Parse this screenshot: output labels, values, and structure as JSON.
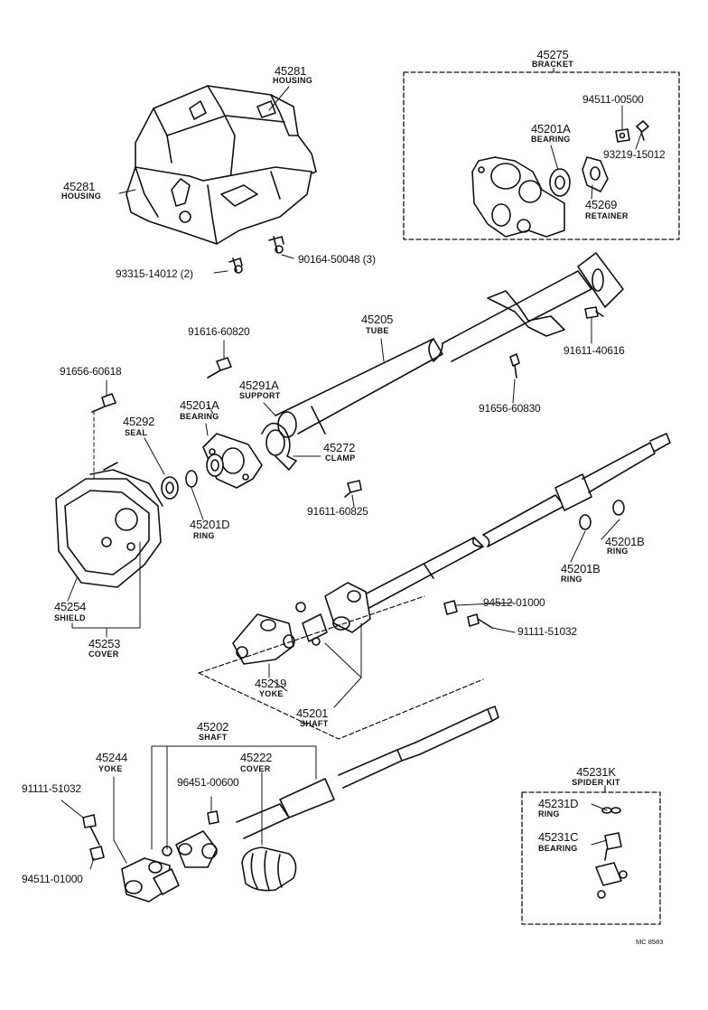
{
  "diagram": {
    "drawing_code": "MC 8583",
    "callouts": [
      {
        "id": "housing_top_pn",
        "text": "45281"
      },
      {
        "id": "housing_top_nm",
        "text": "HOUSING"
      },
      {
        "id": "housing_left_pn",
        "text": "45281"
      },
      {
        "id": "housing_left_nm",
        "text": "HOUSING"
      },
      {
        "id": "screw_93315",
        "text": "93315-14012 (2)"
      },
      {
        "id": "screw_90164",
        "text": "90164-50048 (3)"
      },
      {
        "id": "bracket_pn",
        "text": "45275"
      },
      {
        "id": "bracket_nm",
        "text": "BRACKET"
      },
      {
        "id": "nut_94511_00500",
        "text": "94511-00500"
      },
      {
        "id": "bearing_br_pn",
        "text": "45201A"
      },
      {
        "id": "bearing_br_nm",
        "text": "BEARING"
      },
      {
        "id": "bolt_93219",
        "text": "93219-15012"
      },
      {
        "id": "retainer_pn",
        "text": "45269"
      },
      {
        "id": "retainer_nm",
        "text": "RETAINER"
      },
      {
        "id": "bolt_91616_60820",
        "text": "91616-60820"
      },
      {
        "id": "tube_pn",
        "text": "45205"
      },
      {
        "id": "tube_nm",
        "text": "TUBE"
      },
      {
        "id": "bolt_91611_40616",
        "text": "91611-40616"
      },
      {
        "id": "bolt_91656_60618",
        "text": "91656-60618"
      },
      {
        "id": "support_pn",
        "text": "45291A"
      },
      {
        "id": "support_nm",
        "text": "SUPPORT"
      },
      {
        "id": "bearing_pn",
        "text": "45201A"
      },
      {
        "id": "bearing_nm",
        "text": "BEARING"
      },
      {
        "id": "bolt_91656_60830",
        "text": "91656-60830"
      },
      {
        "id": "seal_pn",
        "text": "45292"
      },
      {
        "id": "seal_nm",
        "text": "SEAL"
      },
      {
        "id": "clamp_pn",
        "text": "45272"
      },
      {
        "id": "clamp_nm",
        "text": "CLAMP"
      },
      {
        "id": "bolt_91611_60825",
        "text": "91611-60825"
      },
      {
        "id": "ring_d_pn",
        "text": "45201D"
      },
      {
        "id": "ring_d_nm",
        "text": "RING"
      },
      {
        "id": "ring_b1_pn",
        "text": "45201B"
      },
      {
        "id": "ring_b1_nm",
        "text": "RING"
      },
      {
        "id": "ring_b2_pn",
        "text": "45201B"
      },
      {
        "id": "ring_b2_nm",
        "text": "RING"
      },
      {
        "id": "shield_pn",
        "text": "45254"
      },
      {
        "id": "shield_nm",
        "text": "SHIELD"
      },
      {
        "id": "cover_pn",
        "text": "45253"
      },
      {
        "id": "cover_nm",
        "text": "COVER"
      },
      {
        "id": "nut_94512",
        "text": "94512-01000"
      },
      {
        "id": "bolt_91111_upper",
        "text": "91111-51032"
      },
      {
        "id": "yoke_pn",
        "text": "45219"
      },
      {
        "id": "yoke_nm",
        "text": "YOKE"
      },
      {
        "id": "shaft_pn",
        "text": "45201"
      },
      {
        "id": "shaft_nm",
        "text": "SHAFT"
      },
      {
        "id": "shaft2_pn",
        "text": "45202"
      },
      {
        "id": "shaft2_nm",
        "text": "SHAFT"
      },
      {
        "id": "yoke2_pn",
        "text": "45244"
      },
      {
        "id": "yoke2_nm",
        "text": "YOKE"
      },
      {
        "id": "cover2_pn",
        "text": "45222"
      },
      {
        "id": "cover2_nm",
        "text": "COVER"
      },
      {
        "id": "bolt_91111_lower",
        "text": "91111-51032"
      },
      {
        "id": "plug_96451",
        "text": "96451-00600"
      },
      {
        "id": "nut_94511_01000",
        "text": "94511-01000"
      },
      {
        "id": "spider_pn",
        "text": "45231K"
      },
      {
        "id": "spider_nm",
        "text": "SPIDER KIT"
      },
      {
        "id": "ring_45231d_pn",
        "text": "45231D"
      },
      {
        "id": "ring_45231d_nm",
        "text": "RING"
      },
      {
        "id": "bearing_45231c_pn",
        "text": "45231C"
      },
      {
        "id": "bearing_45231c_nm",
        "text": "BEARING"
      }
    ]
  }
}
